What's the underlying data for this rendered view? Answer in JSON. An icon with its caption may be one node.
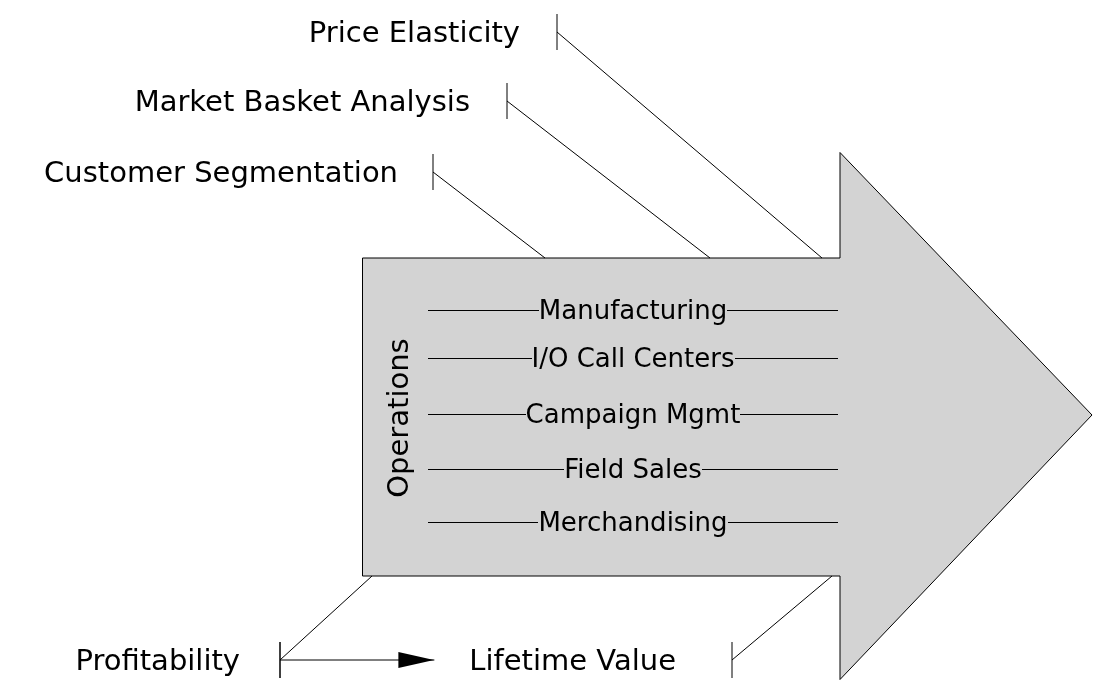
{
  "diagram": {
    "nodes": [
      {
        "text": [
          "Operations"
        ]
      },
      {
        "text": [
          "Manufacturing"
        ],
        "in": 0
      },
      {
        "text": [
          "I/O Call Centers"
        ],
        "in": 0
      },
      {
        "text": [
          "Campaign Mgmt"
        ],
        "in": 0
      },
      {
        "text": [
          "Field Sales"
        ],
        "in": 0
      },
      {
        "text": [
          "Merchandising"
        ],
        "in": 0
      },
      {
        "text": [
          "Price Elasticity"
        ]
      },
      {
        "text": [
          "Market Basket Analysis"
        ]
      },
      {
        "text": [
          "Customer Segmentation"
        ]
      },
      {
        "text": [
          "Profitability"
        ]
      },
      {
        "text": [
          "Lifetime Value"
        ]
      }
    ],
    "edges": [
      {
        "from": 6,
        "to": 0,
        "arrow": "other"
      },
      {
        "from": 7,
        "to": 0,
        "arrow": "other"
      },
      {
        "from": 8,
        "to": 0,
        "arrow": "other"
      },
      {
        "from": 9,
        "to": 0,
        "arrow": "other"
      },
      {
        "from": 10,
        "to": 0,
        "arrow": "other"
      },
      {
        "from": 9,
        "to": 10,
        "arrow": "to"
      }
    ]
  }
}
